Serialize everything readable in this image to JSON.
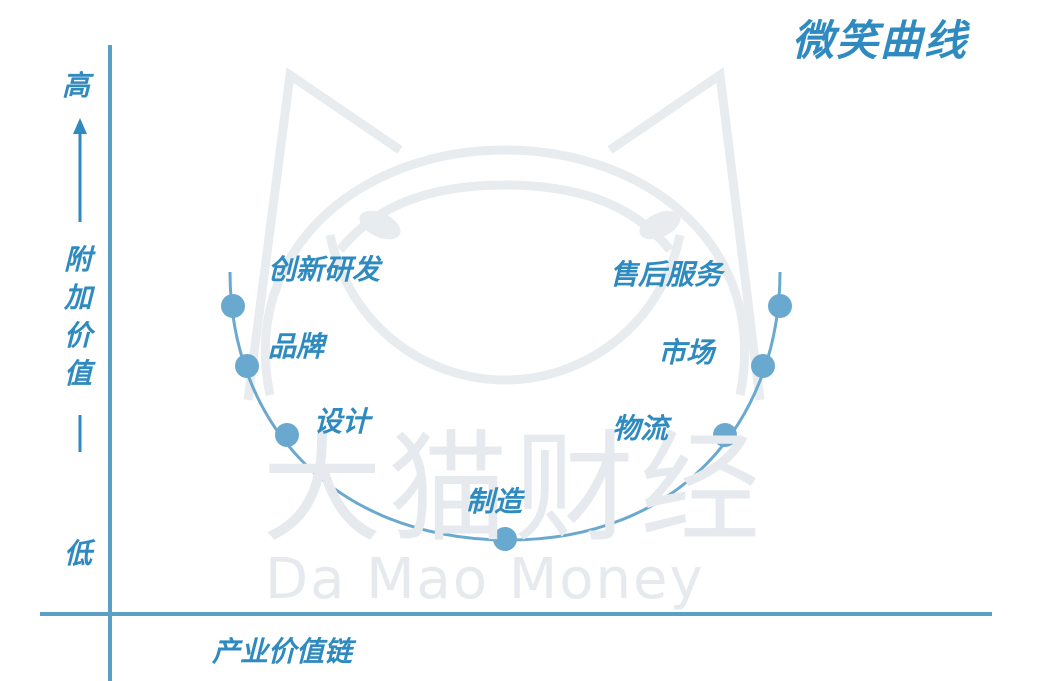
{
  "title": "微笑曲线",
  "y_axis": {
    "high": "高",
    "low": "低",
    "label_chars": [
      "附",
      "加",
      "价",
      "值"
    ]
  },
  "x_axis": {
    "label": "产业价值链"
  },
  "stages": {
    "innovation_rd": "创新研发",
    "brand": "品牌",
    "design": "设计",
    "manufacturing": "制造",
    "logistics": "物流",
    "market": "市场",
    "after_sales": "售后服务"
  },
  "watermark": {
    "cn": "大猫财经",
    "en": "Da Mao Money"
  },
  "colors": {
    "axis": "#5b9fc6",
    "accent": "#2f8bbf",
    "node": "#6aa9cf",
    "watermark": "#e6eaee"
  }
}
